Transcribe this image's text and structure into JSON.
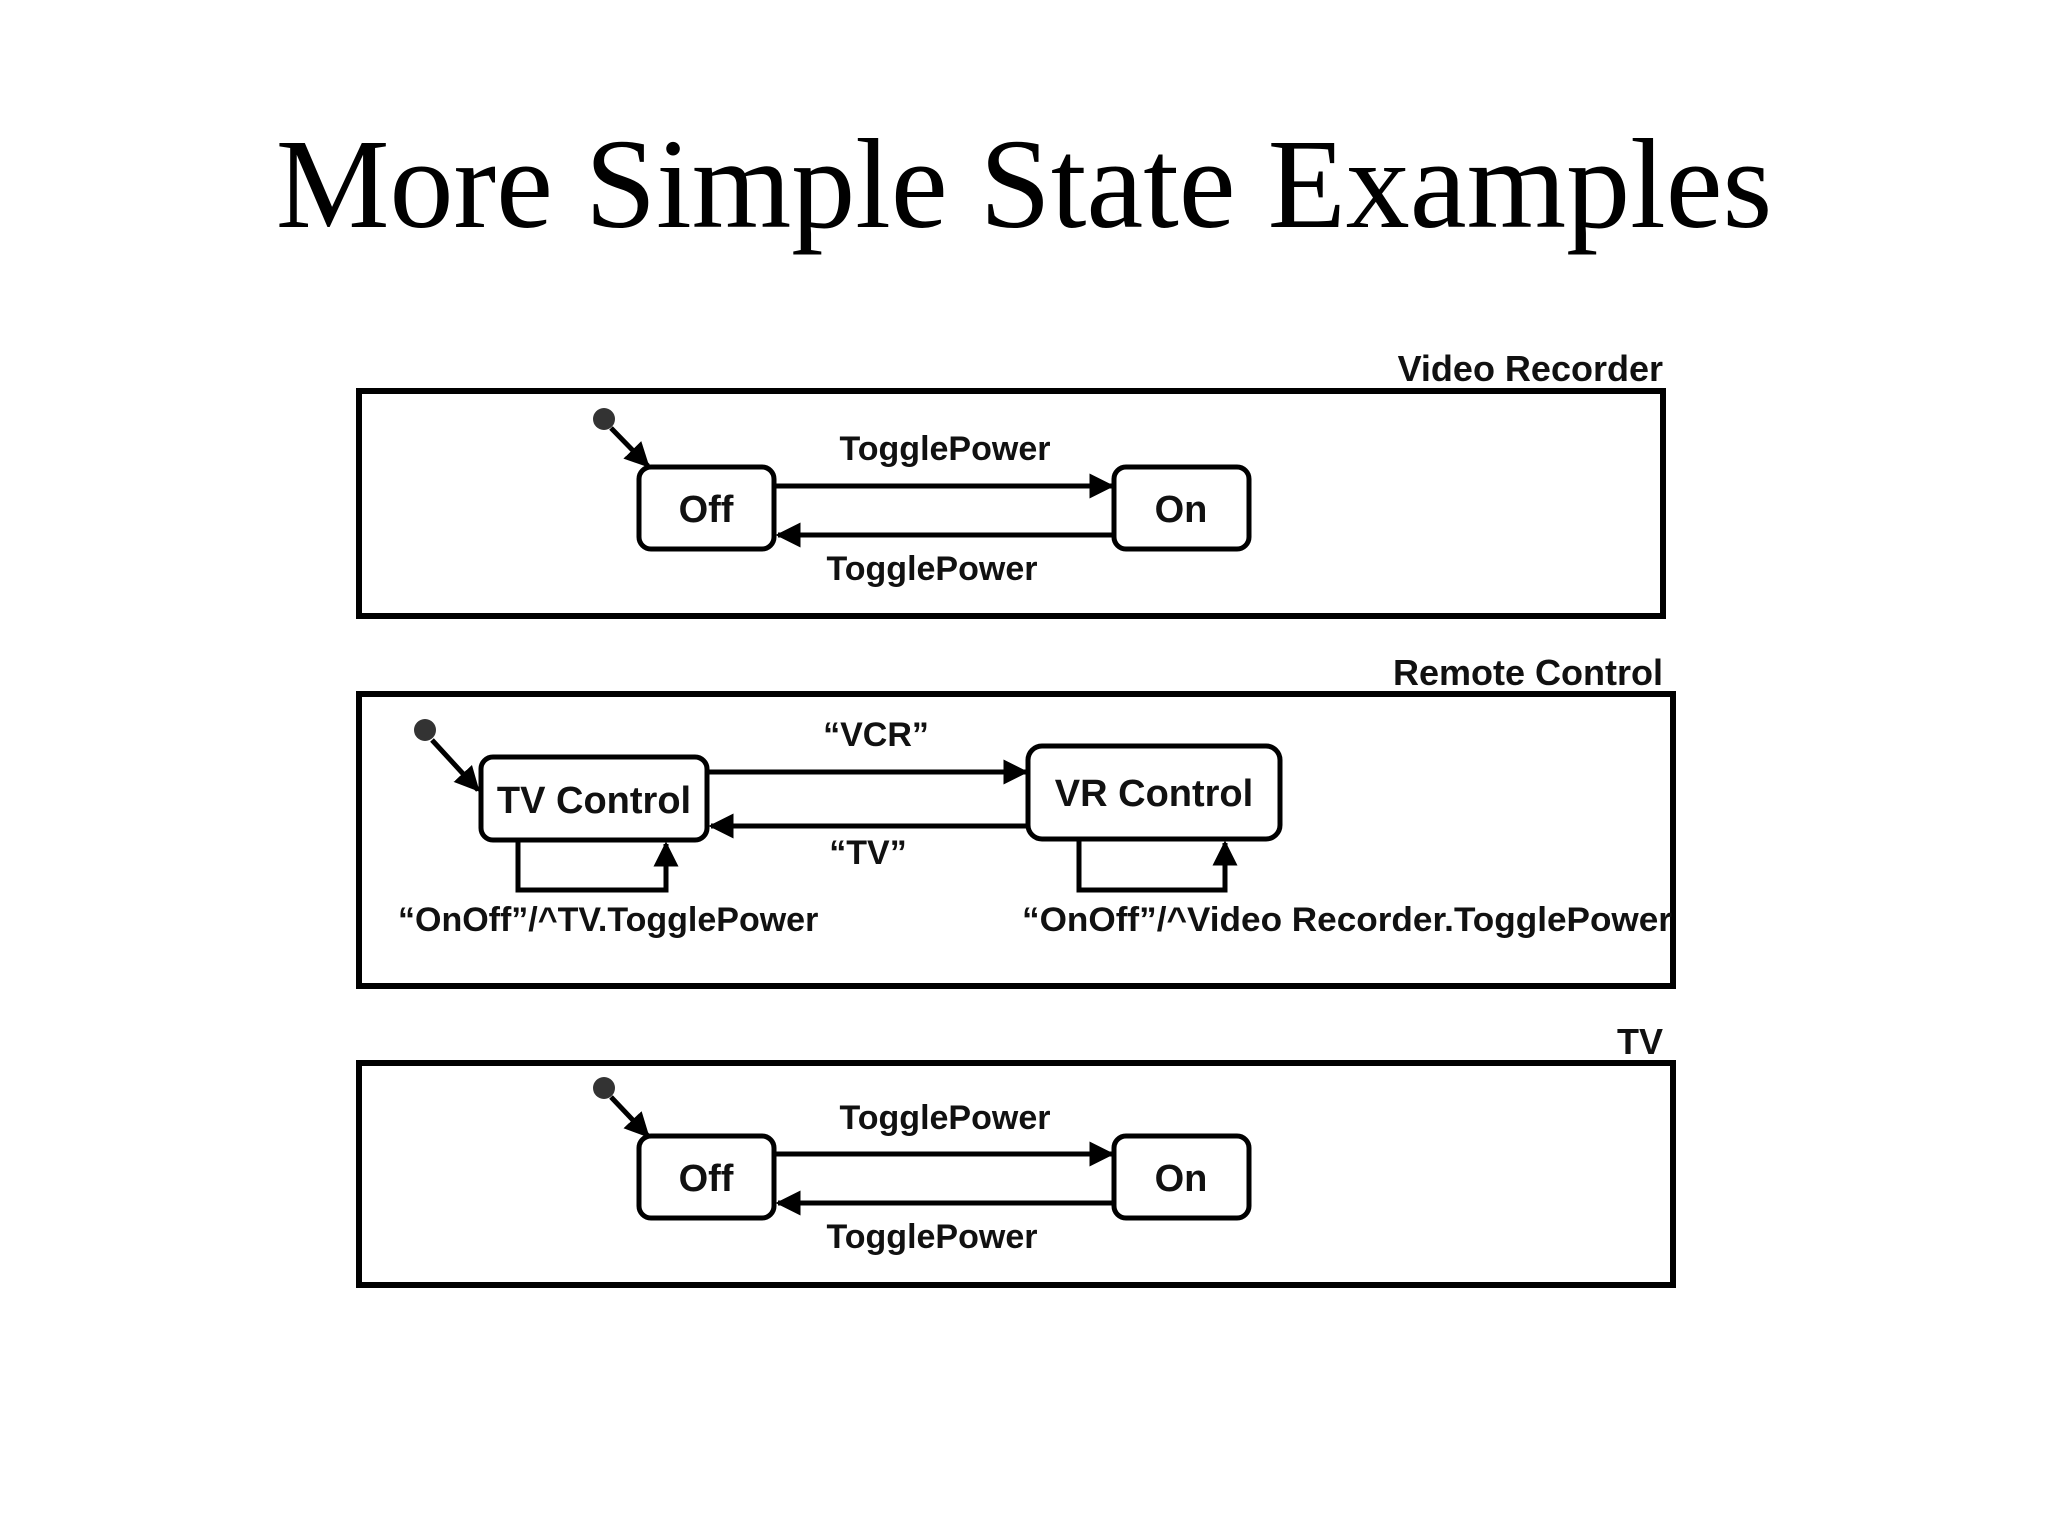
{
  "title": "More Simple State Examples",
  "diagrams": {
    "video_recorder": {
      "label": "Video Recorder",
      "state_off": "Off",
      "state_on": "On",
      "event_forward": "TogglePower",
      "event_back": "TogglePower"
    },
    "remote_control": {
      "label": "Remote Control",
      "state_tv": "TV Control",
      "state_vr": "VR Control",
      "event_forward": "“VCR”",
      "event_back": "“TV”",
      "self_tv": "“OnOff”/^TV.TogglePower",
      "self_vr": "“OnOff”/^Video Recorder.TogglePower"
    },
    "tv": {
      "label": "TV",
      "state_off": "Off",
      "state_on": "On",
      "event_forward": "TogglePower",
      "event_back": "TogglePower"
    }
  }
}
